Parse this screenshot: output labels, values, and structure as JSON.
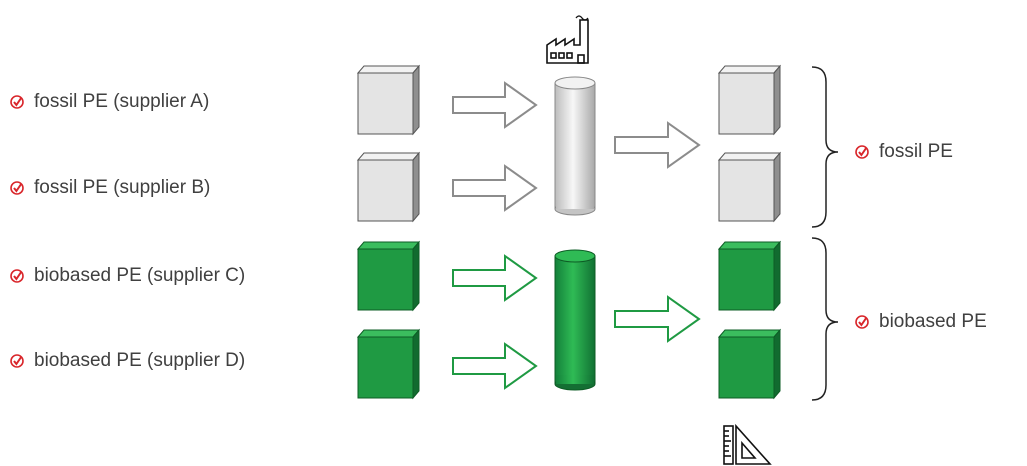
{
  "inputs": [
    {
      "label": "fossil PE (supplier A)",
      "kind": "fossil"
    },
    {
      "label": "fossil PE (supplier B)",
      "kind": "fossil"
    },
    {
      "label": "biobased PE (supplier C)",
      "kind": "bio"
    },
    {
      "label": "biobased PE (supplier D)",
      "kind": "bio"
    }
  ],
  "outputs": [
    {
      "label": "fossil PE",
      "kind": "fossil"
    },
    {
      "label": "biobased PE",
      "kind": "bio"
    }
  ],
  "icons": {
    "factory": "factory-icon",
    "measure": "ruler-triangle-icon",
    "check": "checkmark-badge-icon"
  },
  "colors": {
    "fossil": "#e6e6e6",
    "bio": "#1f9a43",
    "fossil_arrow": "#8c8c8c",
    "bio_arrow": "#1f9a43",
    "check": "#d9262b",
    "text": "#404040"
  }
}
